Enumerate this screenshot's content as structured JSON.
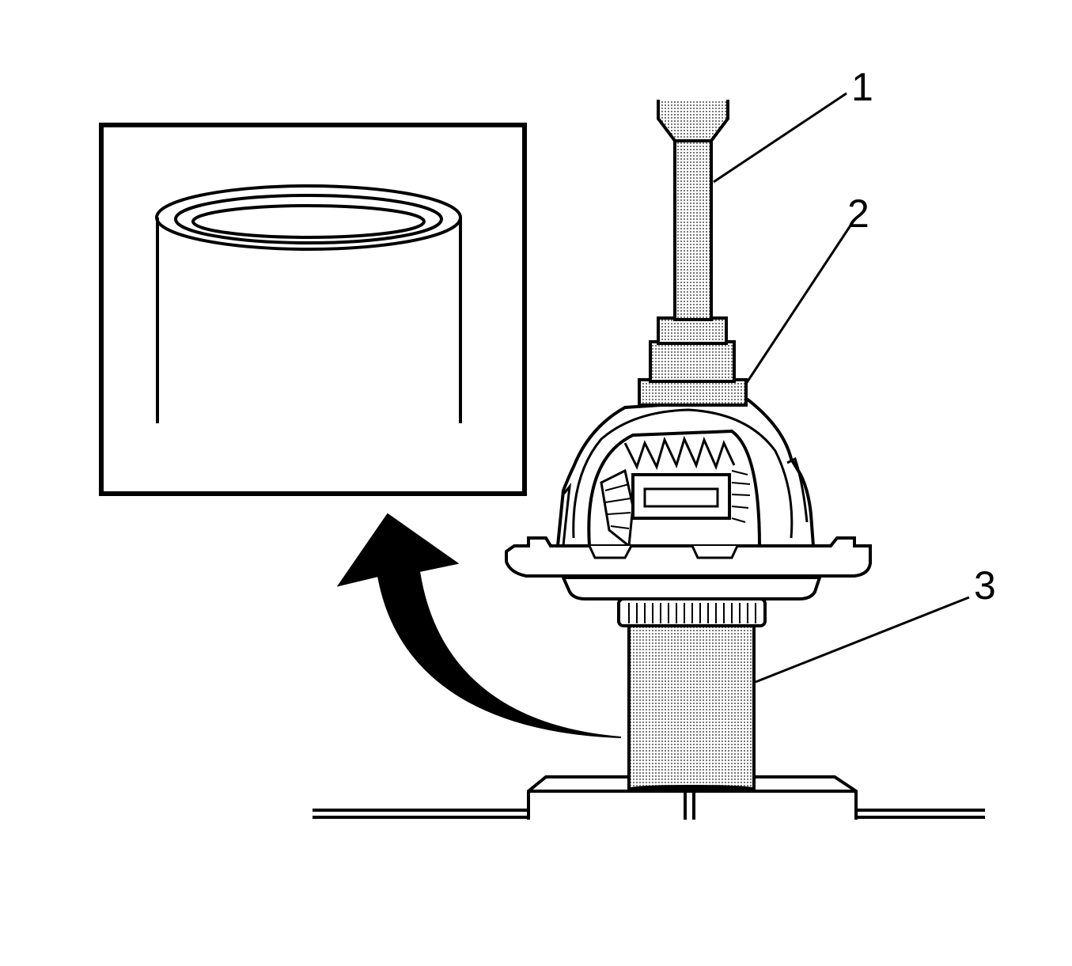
{
  "callouts": [
    {
      "id": "1",
      "label": "1"
    },
    {
      "id": "2",
      "label": "2"
    },
    {
      "id": "3",
      "label": "3"
    }
  ],
  "colors": {
    "ink": "#000000",
    "paper": "#ffffff",
    "stipple": "#b8b8b8"
  }
}
